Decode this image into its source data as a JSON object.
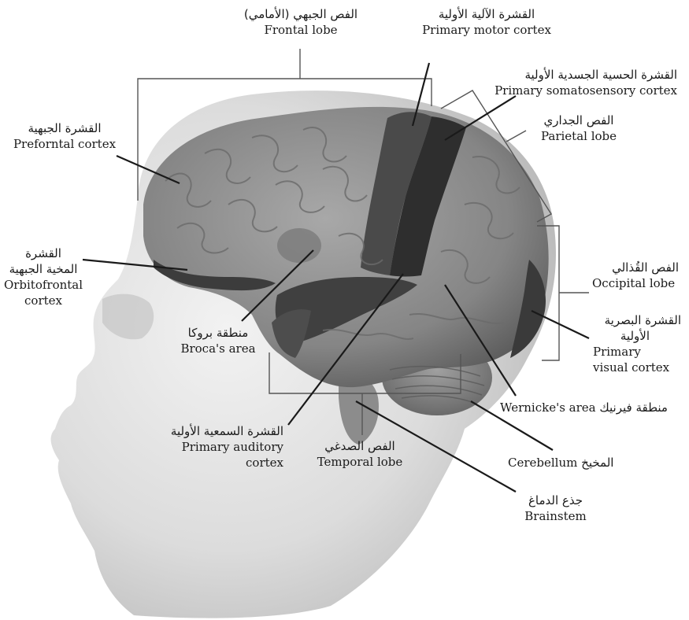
{
  "labels": {
    "frontal_lobe": {
      "ar": "الفص الجبهي (الأمامي)",
      "en": "Frontal lobe"
    },
    "primary_motor": {
      "ar": "القشرة الآلية الأولية",
      "en": "Primary motor cortex"
    },
    "somatosensory": {
      "ar": "القشرة الحسية الجسدية الأولية",
      "en": "Primary somatosensory cortex"
    },
    "parietal_lobe": {
      "ar": "الفص الجداري",
      "en": "Parietal lobe"
    },
    "prefrontal": {
      "ar": "القشرة الجبهية",
      "en": "Preforntal cortex"
    },
    "orbitofrontal": {
      "ar1": "القشرة",
      "ar2": "المخية الجبهية",
      "en1": "Orbitofrontal",
      "en2": "cortex"
    },
    "occipital_lobe": {
      "ar": "الفص القُذالي",
      "en": "Occipital lobe"
    },
    "visual_cortex": {
      "ar1": "القشرة البصرية",
      "ar2": "الأولية",
      "en1": "Primary",
      "en2": "visual cortex"
    },
    "broca": {
      "ar": "منطقة بروكا",
      "en": "Broca's area"
    },
    "wernicke": {
      "en": "Wernicke's area",
      "ar": "منطقة فيرنيك"
    },
    "auditory": {
      "ar": "القشرة السمعية الأولية",
      "en1": "Primary auditory",
      "en2": "cortex"
    },
    "temporal_lobe": {
      "ar": "الفص الصدغي",
      "en": "Temporal lobe"
    },
    "cerebellum": {
      "en": "Cerebellum",
      "ar": "المخيخ"
    },
    "brainstem": {
      "ar": "جذع الدماغ",
      "en": "Brainstem"
    }
  },
  "colors": {
    "line": "#1a1a1a",
    "bracket": "#555555",
    "brain_base": "#8a8a8a",
    "brain_dark": "#3a3a3a",
    "head": "#d8d8d8"
  }
}
